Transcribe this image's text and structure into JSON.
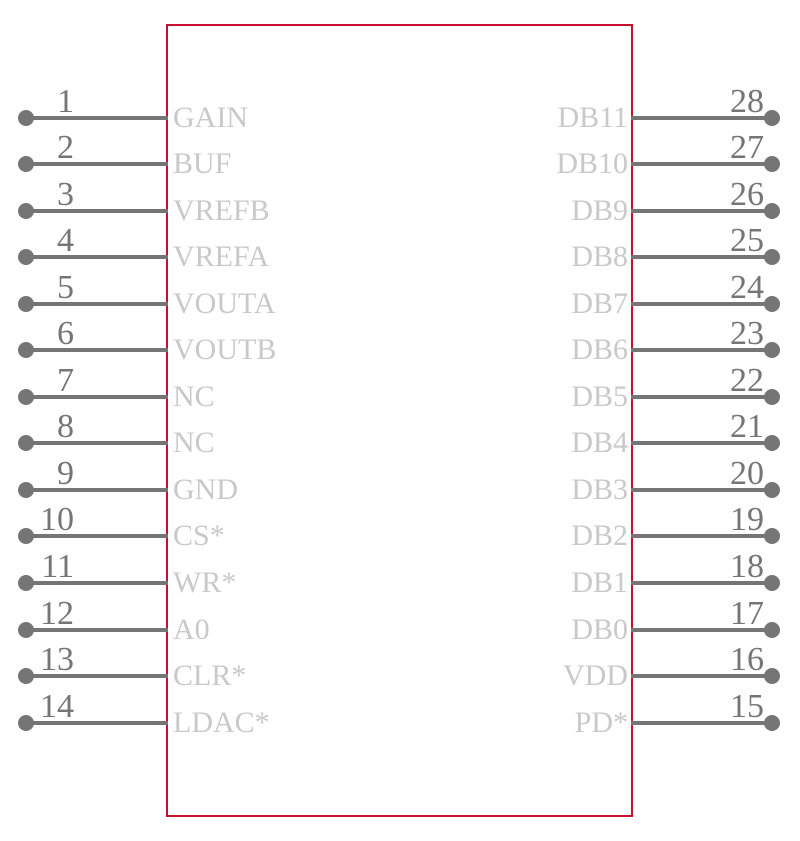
{
  "diagram": {
    "type": "ic-schematic-symbol",
    "pin_count": 28
  },
  "colors": {
    "background": "#ffffff",
    "body_outline": "#c8102e",
    "pin": "#757575",
    "pin_label": "#c9c9c9"
  },
  "component": {
    "left_pins": [
      {
        "number": "1",
        "label": "GAIN"
      },
      {
        "number": "2",
        "label": "BUF"
      },
      {
        "number": "3",
        "label": "VREFB"
      },
      {
        "number": "4",
        "label": "VREFA"
      },
      {
        "number": "5",
        "label": "VOUTA"
      },
      {
        "number": "6",
        "label": "VOUTB"
      },
      {
        "number": "7",
        "label": "NC"
      },
      {
        "number": "8",
        "label": "NC"
      },
      {
        "number": "9",
        "label": "GND"
      },
      {
        "number": "10",
        "label": "CS*"
      },
      {
        "number": "11",
        "label": "WR*"
      },
      {
        "number": "12",
        "label": "A0"
      },
      {
        "number": "13",
        "label": "CLR*"
      },
      {
        "number": "14",
        "label": "LDAC*"
      }
    ],
    "right_pins": [
      {
        "number": "28",
        "label": "DB11"
      },
      {
        "number": "27",
        "label": "DB10"
      },
      {
        "number": "26",
        "label": "DB9"
      },
      {
        "number": "25",
        "label": "DB8"
      },
      {
        "number": "24",
        "label": "DB7"
      },
      {
        "number": "23",
        "label": "DB6"
      },
      {
        "number": "22",
        "label": "DB5"
      },
      {
        "number": "21",
        "label": "DB4"
      },
      {
        "number": "20",
        "label": "DB3"
      },
      {
        "number": "19",
        "label": "DB2"
      },
      {
        "number": "18",
        "label": "DB1"
      },
      {
        "number": "17",
        "label": "DB0"
      },
      {
        "number": "16",
        "label": "VDD"
      },
      {
        "number": "15",
        "label": "PD*"
      }
    ]
  }
}
